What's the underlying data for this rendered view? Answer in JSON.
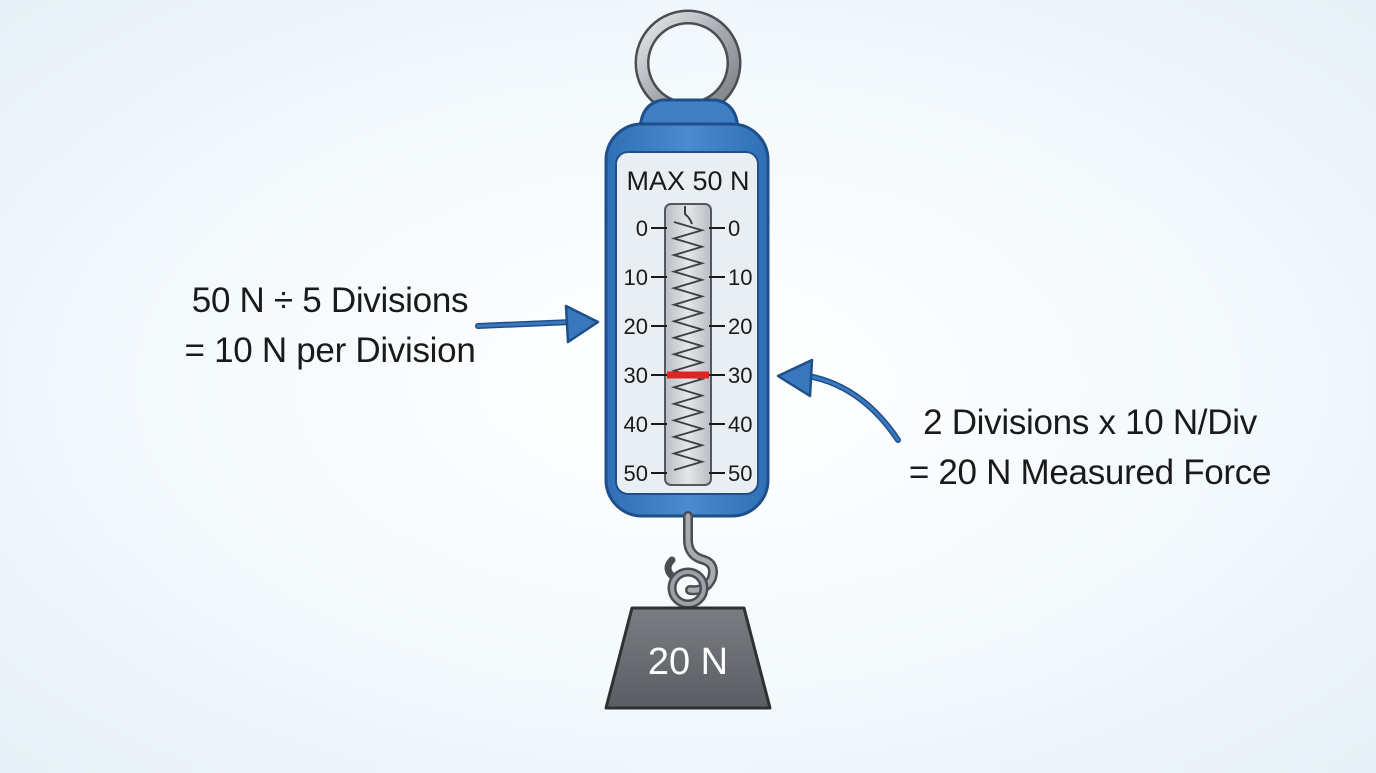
{
  "scale": {
    "max_label": "MAX 50 N",
    "ticks": [
      "0",
      "10",
      "20",
      "30",
      "40",
      "50"
    ],
    "indicator_reading": 30
  },
  "weight": {
    "label": "20 N"
  },
  "callouts": {
    "left": {
      "line1": "50 N ÷ 5 Divisions",
      "line2": "= 10 N per Division"
    },
    "right": {
      "line1": "2 Divisions x 10 N/Div",
      "line2": "= 20 N Measured Force"
    }
  },
  "colors": {
    "body_blue": "#3f7fc4",
    "body_border": "#1f4f8a",
    "face": "#e9eef3",
    "indicator": "#e02424",
    "weight": "#6b6e72",
    "arrow": "#3a78bd",
    "metal": "#8d9196"
  }
}
